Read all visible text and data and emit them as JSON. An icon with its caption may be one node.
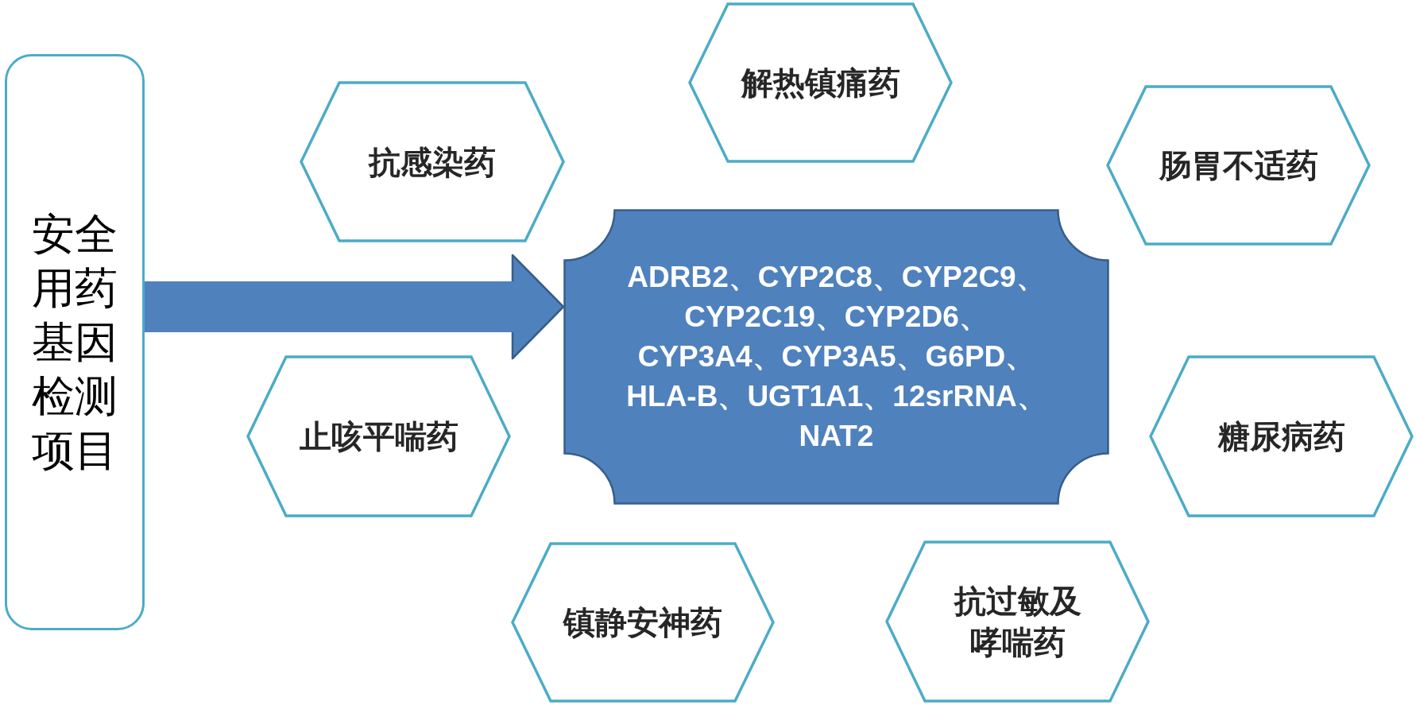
{
  "diagram": {
    "nodes": [
      {
        "text": [
          "安全用药基因检测项目"
        ]
      },
      {
        "text": [
          "抗感染药"
        ]
      },
      {
        "text": [
          "解热镇痛药"
        ]
      },
      {
        "text": [
          "肠胃不适药"
        ]
      },
      {
        "text": [
          "ADRB2、CYP2C8、CYP2C9、CYP2C19、CYP2D6、CYP3A4、CYP3A5、G6PD、HLA-B、UGT1A1、12srRNA、NAT2"
        ]
      },
      {
        "text": [
          "止咳平喘药"
        ]
      },
      {
        "text": [
          "糖尿病药"
        ]
      },
      {
        "text": [
          "镇静安神药"
        ]
      },
      {
        "text": [
          "抗过敏及哮喘药"
        ]
      }
    ],
    "edges": [
      {
        "from": 0,
        "to": 4,
        "arrow": "to"
      }
    ]
  }
}
